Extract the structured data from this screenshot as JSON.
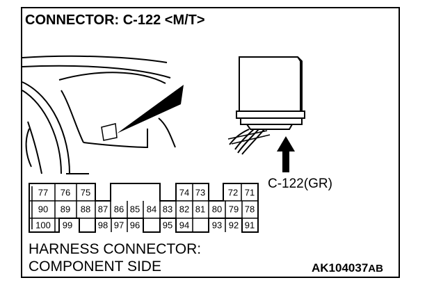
{
  "title": "CONNECTOR: C-122 <M/T>",
  "connector_label": "C-122(GR)",
  "caption": {
    "line1": "HARNESS CONNECTOR:",
    "line2": "COMPONENT SIDE"
  },
  "figure_code": {
    "main": "AK104037",
    "suffix": "AB"
  },
  "pins": {
    "row1": [
      "77",
      "76",
      "75",
      "74",
      "73",
      "72",
      "71"
    ],
    "row2": [
      "90",
      "89",
      "88",
      "87",
      "86",
      "85",
      "84",
      "83",
      "82",
      "81",
      "80",
      "79",
      "78"
    ],
    "row3": [
      "100",
      "99",
      "98",
      "97",
      "96",
      "95",
      "94",
      "93",
      "92",
      "91"
    ]
  }
}
